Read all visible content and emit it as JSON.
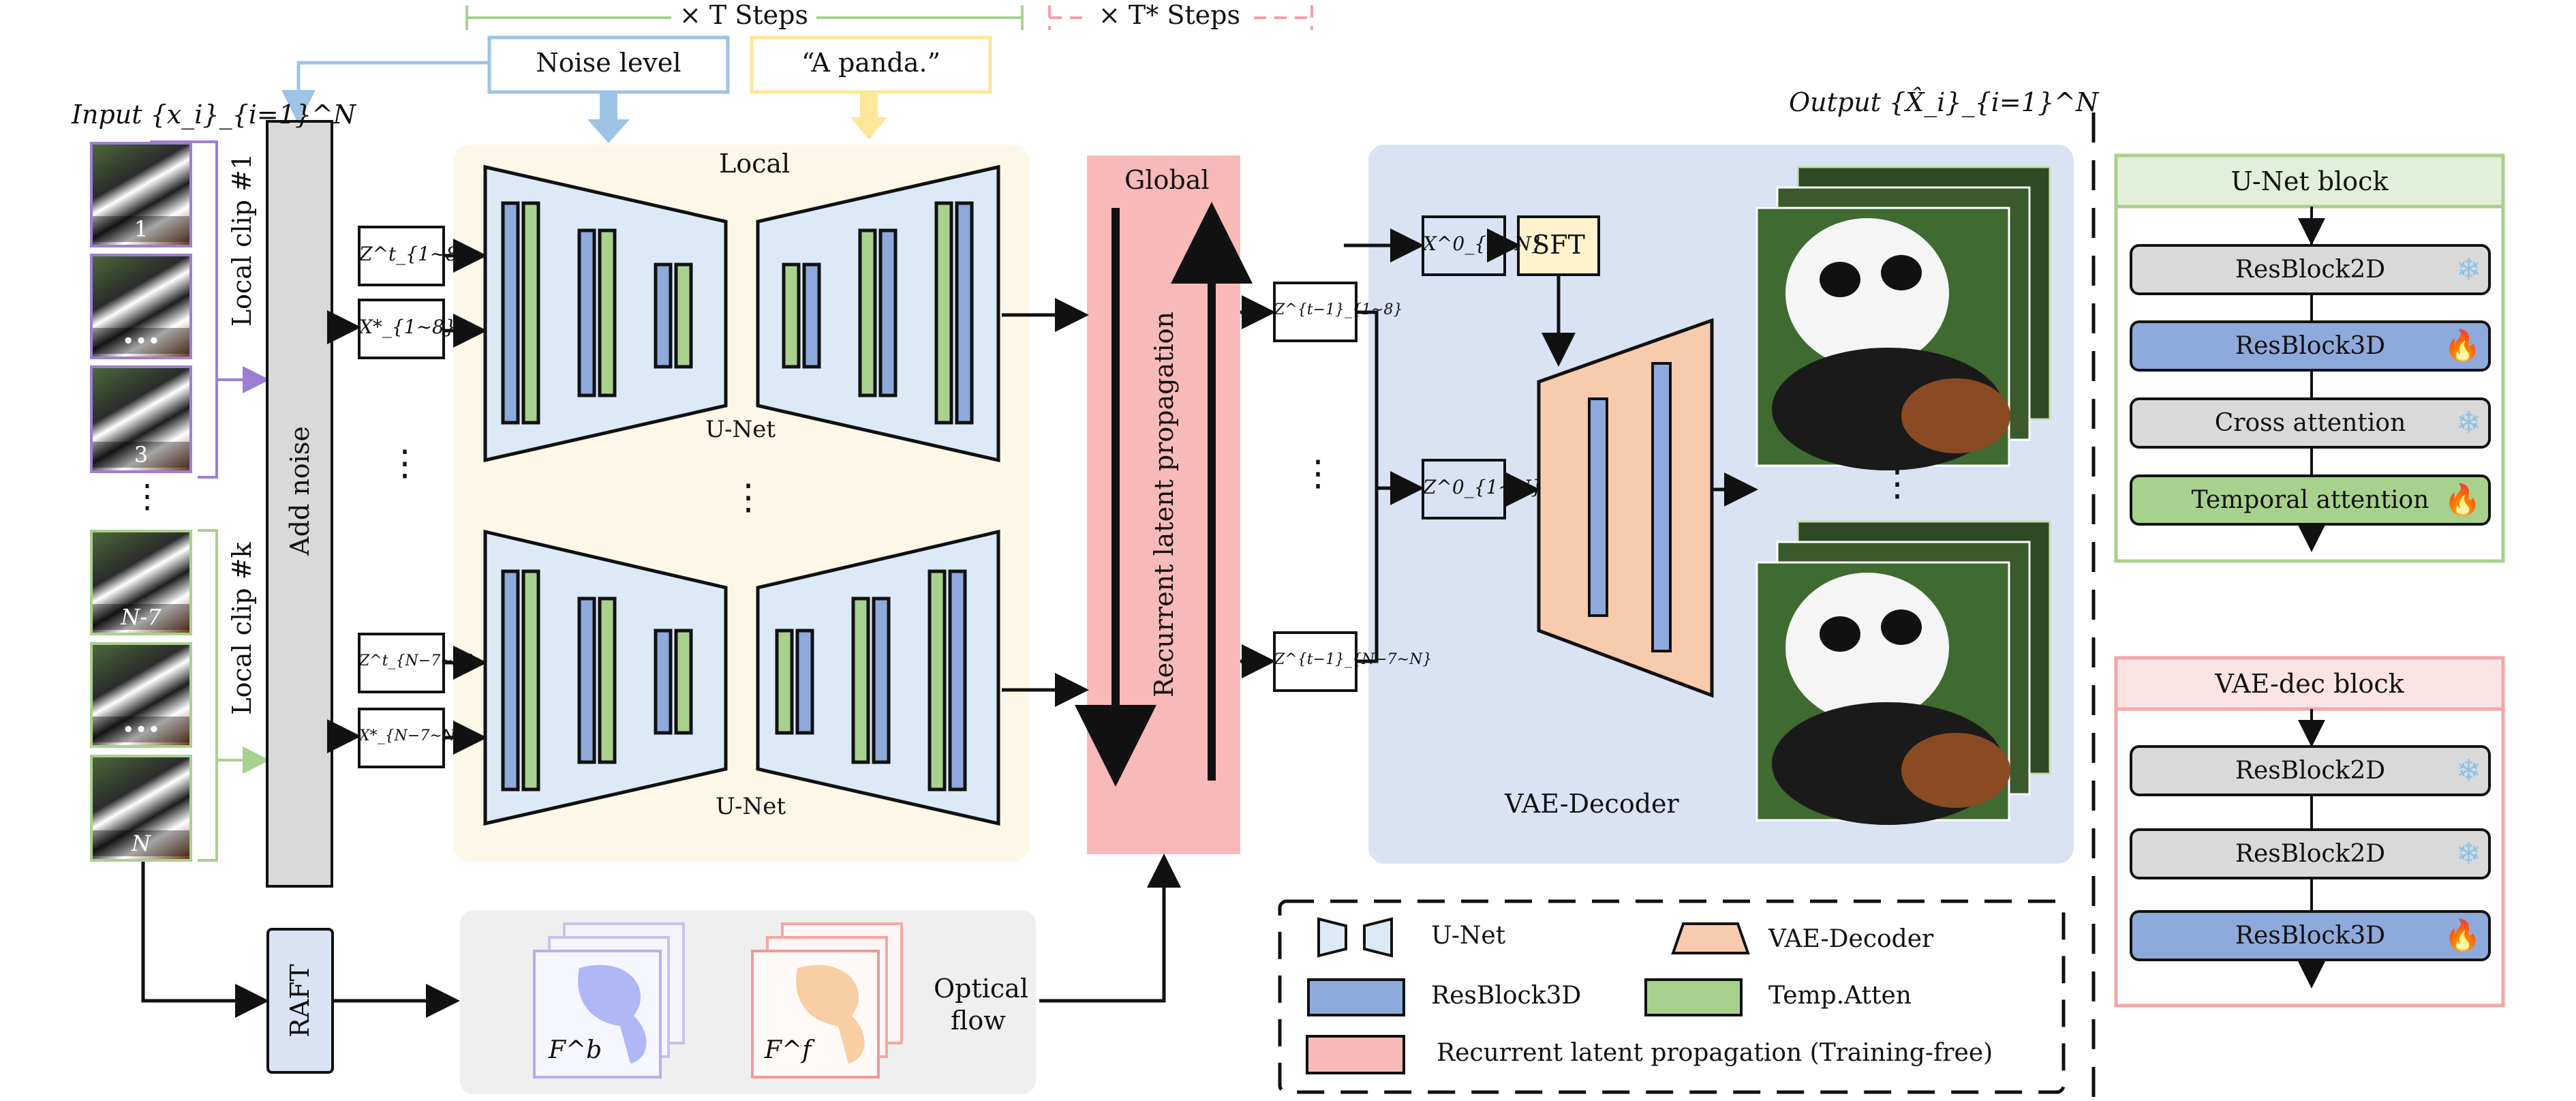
{
  "top": {
    "t_steps": "× T Steps",
    "tstar_steps": "× T* Steps",
    "noise_level": "Noise level",
    "prompt": "“A panda.”"
  },
  "input": {
    "title": "Input {x_i}_{i=1}^N",
    "thumbs_clip1": [
      "1",
      "•••",
      "3"
    ],
    "thumbs_clipk": [
      "N-7",
      "•••",
      "N"
    ],
    "clip1_label": "Local clip #1",
    "clipk_label": "Local clip #k",
    "dots": "⋮"
  },
  "add_noise": "Add noise",
  "raft": "RAFT",
  "latents": {
    "z1": "Z^t_{1∼8}",
    "x1": "X*_{1∼8}",
    "zk": "Z^t_{N−7∼N}",
    "xk": "X*_{N−7∼N}",
    "dots": "⋮"
  },
  "local_panel": {
    "title": "Local",
    "unet_top": "U-Net",
    "unet_bottom": "U-Net",
    "dots": "⋮"
  },
  "global_panel": {
    "title": "Global",
    "label": "Recurrent latent propagation"
  },
  "flow": {
    "fb": "F^b",
    "ff": "F^f",
    "optical": "Optical",
    "flow": "flow"
  },
  "mid_latents": {
    "z1": "Z^{t−1}_{1∼8}",
    "zk": "Z^{t−1}_{N−7∼N}",
    "dots": "⋮"
  },
  "vae_panel": {
    "x0": "X^0_{1∼N}",
    "sft": "SFT",
    "z0": "Z^0_{1∼N}",
    "label": "VAE-Decoder",
    "output": "Output {X̂_i}_{i=1}^N",
    "dots": "⋮"
  },
  "legend": {
    "unet": "U-Net",
    "vae": "VAE-Decoder",
    "res3d": "ResBlock3D",
    "temp": "Temp.Atten",
    "rlp": "Recurrent latent propagation (Training-free)"
  },
  "unet_block": {
    "title": "U-Net block",
    "items": [
      "ResBlock2D",
      "ResBlock3D",
      "Cross attention",
      "Temporal attention"
    ]
  },
  "vae_block": {
    "title": "VAE-dec block",
    "items": [
      "ResBlock2D",
      "ResBlock2D",
      "ResBlock3D"
    ]
  },
  "colors": {
    "local_bg": "#fdf7e8",
    "global_bg": "#f8b9b9",
    "vae_bg": "#dae3f3",
    "flow_bg": "#efefef",
    "blue": "#8ea9db",
    "green": "#a9d18e",
    "purple": "#9b7fd4",
    "unet_fill": "#dce9f7",
    "vae_fill": "#f8cbad"
  },
  "icons": {
    "frozen": "snowflake-icon",
    "trainable": "fire-icon"
  }
}
